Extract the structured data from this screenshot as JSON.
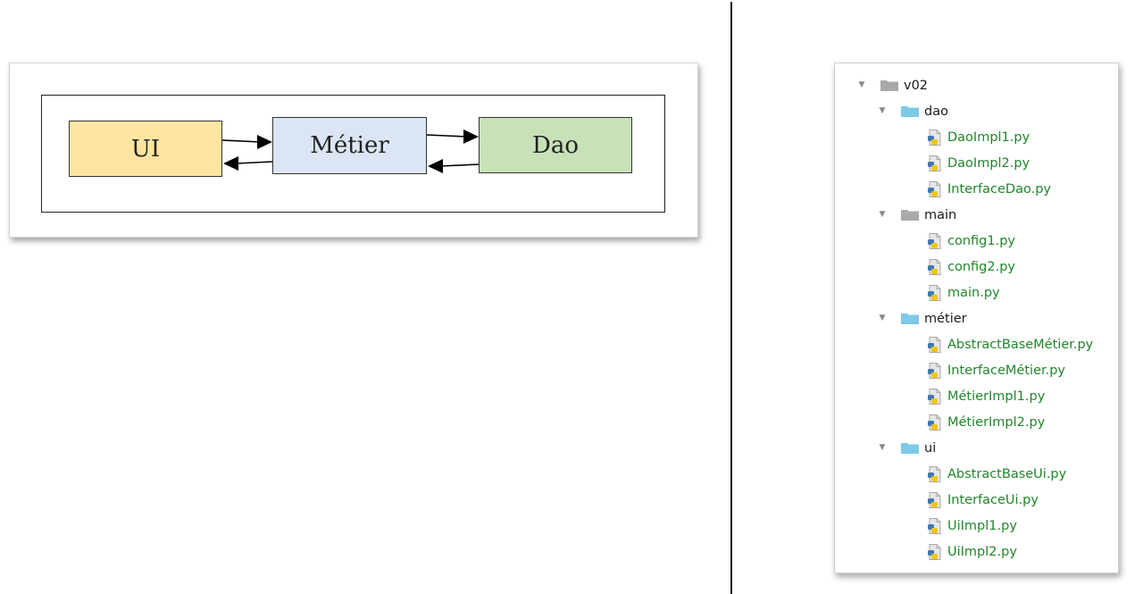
{
  "colors": {
    "ui_box": "#ffe59f",
    "metier_box": "#dce5f3",
    "dao_box": "#c7e2b8",
    "package_folder": "#7ec8e8",
    "plain_folder": "#a9a9a9",
    "python_file": "#21862b"
  },
  "diagram": {
    "layers": [
      {
        "label": "UI"
      },
      {
        "label": "Métier"
      },
      {
        "label": "Dao"
      }
    ]
  },
  "tree": {
    "root": {
      "label": "v02",
      "icon": "plain-folder-icon",
      "expanded": true
    },
    "folders": [
      {
        "label": "dao",
        "icon": "package-folder-icon",
        "expanded": true,
        "files": [
          "DaoImpl1.py",
          "DaoImpl2.py",
          "InterfaceDao.py"
        ]
      },
      {
        "label": "main",
        "icon": "plain-folder-icon",
        "expanded": true,
        "files": [
          "config1.py",
          "config2.py",
          "main.py"
        ]
      },
      {
        "label": "métier",
        "icon": "package-folder-icon",
        "expanded": true,
        "files": [
          "AbstractBaseMétier.py",
          "InterfaceMétier.py",
          "MétierImpl1.py",
          "MétierImpl2.py"
        ]
      },
      {
        "label": "ui",
        "icon": "package-folder-icon",
        "expanded": true,
        "files": [
          "AbstractBaseUi.py",
          "InterfaceUi.py",
          "UiImpl1.py",
          "UiImpl2.py"
        ]
      }
    ]
  }
}
